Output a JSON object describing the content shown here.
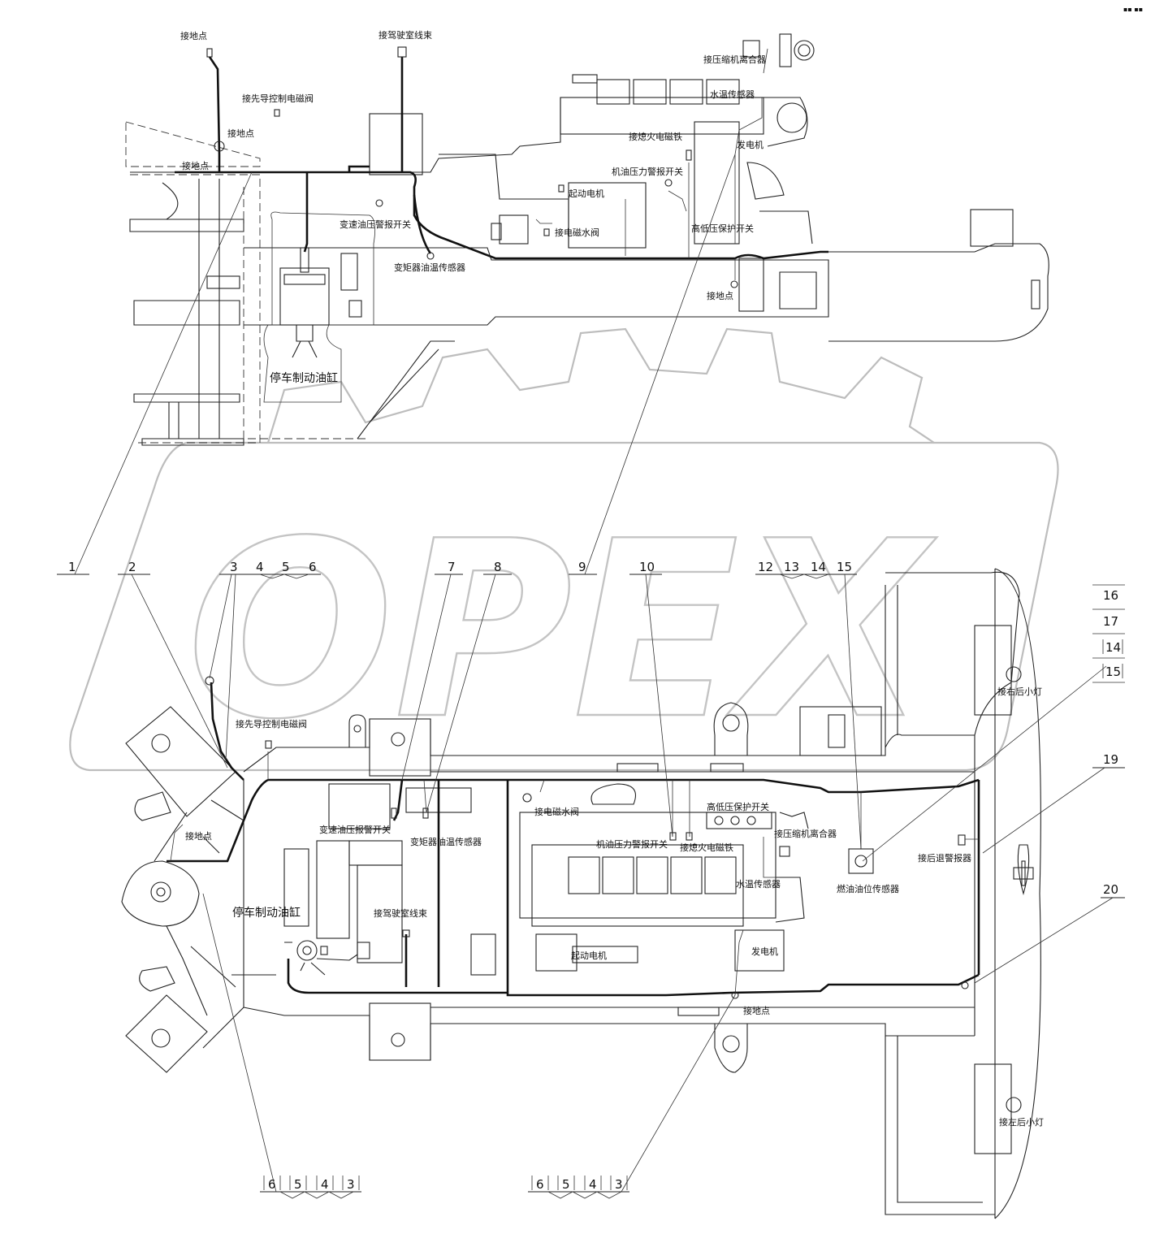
{
  "corner_mark": "▪▪ ▪▪",
  "watermark": "OPEX",
  "top_view_labels": {
    "ground_1": "接地点",
    "ground_2": "接地点",
    "ground_3": "接地点",
    "ground_4": "接地点",
    "cab_harness": "接驾驶室线束",
    "pilot_valve": "接先导控制电磁阀",
    "compressor_clutch": "接压缩机离合器",
    "water_temp": "水温传感器",
    "fuel_solenoid": "接熄火电磁铁",
    "generator": "发电机",
    "oil_pressure_switch": "机油压力警报开关",
    "starter": "起动电机",
    "water_valve": "接电磁水阀",
    "hl_pressure": "高低压保护开关",
    "trans_oil_pressure": "变速油压警报开关",
    "torque_temp": "变矩器油温传感器",
    "parking_brake": "停车制动油缸"
  },
  "bottom_view_labels": {
    "pilot_valve": "接先导控制电磁阀",
    "ground_1": "接地点",
    "ground_2": "接地点",
    "water_valve": "接电磁水阀",
    "hl_pressure": "高低压保护开关",
    "oil_pressure_switch": "机油压力警报开关",
    "fuel_solenoid": "接熄火电磁铁",
    "compressor_clutch": "接压缩机离合器",
    "trans_oil_pressure": "变速油压报警开关",
    "torque_temp": "变矩器油温传感器",
    "parking_brake": "停车制动油缸",
    "cab_harness": "接驾驶室线束",
    "water_temp": "水温传感器",
    "starter": "起动电机",
    "generator": "发电机",
    "fuel_level": "燃油油位传感器",
    "right_rear_lamp": "接右后小灯",
    "rear_alarm": "接后退警报器",
    "left_rear_lamp": "接左后小灯"
  },
  "callouts": {
    "c1": "1",
    "c2": "2",
    "c3": "3",
    "c4": "4",
    "c5": "5",
    "c6": "6",
    "c7": "7",
    "c8": "8",
    "c9": "9",
    "c10": "10",
    "c12": "12",
    "c13": "13",
    "c14": "14",
    "c15": "15",
    "c16": "16",
    "c17": "17",
    "c14b": "14",
    "c15b": "15",
    "c19": "19",
    "c20": "20",
    "bl6": "6",
    "bl5": "5",
    "bl4": "4",
    "bl3": "3",
    "bm6": "6",
    "bm5": "5",
    "bm4": "4",
    "bm3": "3"
  }
}
